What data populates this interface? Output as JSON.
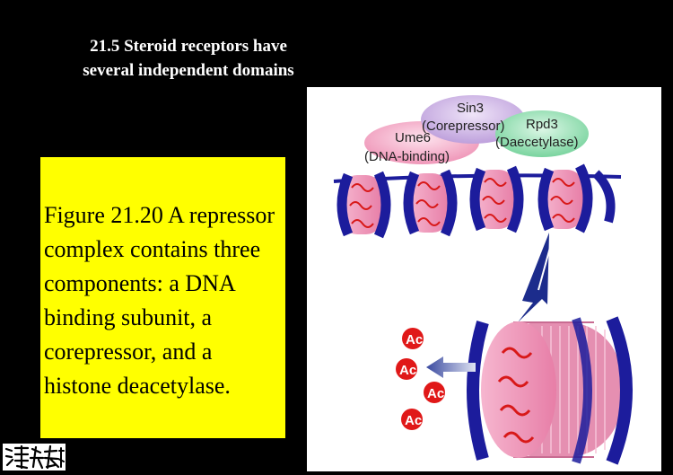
{
  "title": {
    "line1": "21.5 Steroid receptors have",
    "line2": "several independent domains"
  },
  "caption": "Figure 21.20 A repressor complex contains three components: a DNA binding subunit, a corepressor, and a histone deacetylase.",
  "figure": {
    "sin3_label": "Sin3",
    "corepressor_label": "(Corepressor)",
    "rpd3_label": "Rpd3",
    "deacetylase_label": "(Daecetylase)",
    "ume6_label": "Ume6",
    "dna_binding_label": "(DNA-binding)",
    "ac_label": "Ac"
  },
  "colors": {
    "background": "#000000",
    "caption_box": "#ffff00",
    "dna": "#1c1c9c",
    "histone": "#f08cb4",
    "ume6": "#f3a6c3",
    "sin3": "#c9aee0",
    "rpd3": "#8fdcae",
    "acetyl": "#e01818"
  },
  "logo": "university-seal-calligraphy"
}
